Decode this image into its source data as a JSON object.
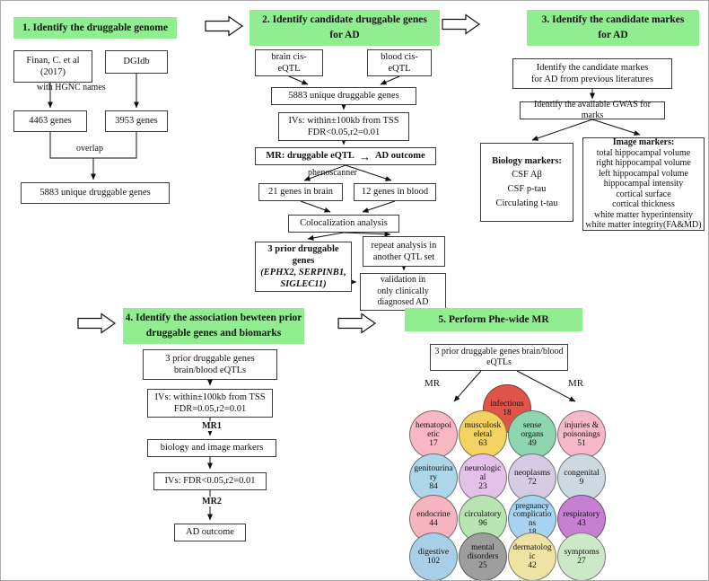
{
  "colors": {
    "header_bg": "#90EE90"
  },
  "sections": {
    "s1": {
      "title": "1. Identify the druggable genome",
      "finan": "Finan, C. et al\n(2017)",
      "dgidb": "DGIdb",
      "hgnc": "with HGNC names",
      "genes_a": "4463 genes",
      "genes_b": "3953 genes",
      "overlap": "overlap",
      "unique": "5883 unique druggable genes"
    },
    "s2": {
      "title": "2. Identify candidate druggable genes\nfor AD",
      "brain": "brain cis-\neQTL",
      "blood": "blood cis-\neQTL",
      "unique": "5883 unique druggable genes",
      "ivs": "IVs: within±100kb from TSS\nFDR<0.05,r2=0.01",
      "mr_left": "MR: druggable eQTL",
      "mr_arrow": "→",
      "mr_right": "AD outcome",
      "phenoscanner": "phenoscanner",
      "genes_brain": "21 genes in brain",
      "genes_blood": "12 genes in blood",
      "coloc": "Colocalization analysis",
      "prior_title": "3 prior druggable\ngenes",
      "prior_genes": "(EPHX2, SERPINB1,\nSIGLEC11)",
      "repeat": "repeat analysis in\nanother QTL set",
      "validation": "validation in\nonly clinically\ndiagnosed AD"
    },
    "s3": {
      "title": "3. Identify the candidate markes\nfor AD",
      "literature": "Identify the candidate markes\nfor AD from previous literatures",
      "gwas": "Identify the available GWAS for marks",
      "bio_title": "Biology markers:",
      "bio_items": "CSF Aβ\nCSF p-tau\nCirculating t-tau",
      "img_title": "Image markers:",
      "img_items": "total hippocampal volume\nright hippocampal volume\nleft hippocampal volume\nhippocampal intensity\ncortical surface\ncortical thickness\nwhite matter hyperintensity\nwhite matter integrity(FA&MD)"
    },
    "s4": {
      "title": "4. Identify the  association bewteen prior\ndruggable genes and biomarks",
      "prior": "3 prior druggable genes\nbrain/blood eQTLs",
      "ivs1": "IVs: within±100kb from TSS\nFDR=0.05,r2=0.01",
      "mr1": "MR1",
      "markers": "biology and image markers",
      "ivs2": "IVs: FDR<0.05,r2=0.01",
      "mr2": "MR2",
      "outcome": "AD outcome"
    },
    "s5": {
      "title": "5. Perform Phe-wide MR",
      "prior": "3 prior druggable genes brain/blood\neQTLs",
      "mr_left": "MR",
      "mr_right": "MR",
      "circles": [
        {
          "label": "infectious",
          "value": "18",
          "color": "#e15549"
        },
        {
          "label": "hematopoietic",
          "value": "17",
          "color": "#f7b8c4"
        },
        {
          "label": "musculoskeletal",
          "value": "63",
          "color": "#f3d261"
        },
        {
          "label": "sense organs",
          "value": "49",
          "color": "#8fd6b0"
        },
        {
          "label": "injuries & poisonings",
          "value": "51",
          "color": "#f6b8cb"
        },
        {
          "label": "genitourinary",
          "value": "84",
          "color": "#aed6ea"
        },
        {
          "label": "neurological",
          "value": "23",
          "color": "#e3c1e8"
        },
        {
          "label": "neoplasms",
          "value": "72",
          "color": "#d5cce3"
        },
        {
          "label": "congenital",
          "value": "9",
          "color": "#cdd9e0"
        },
        {
          "label": "endocrine",
          "value": "44",
          "color": "#f6b3c0"
        },
        {
          "label": "circulatory",
          "value": "96",
          "color": "#b7e4b0"
        },
        {
          "label": "pregnancy complications",
          "value": "18",
          "color": "#a8d3f0"
        },
        {
          "label": "respiratory",
          "value": "43",
          "color": "#c77fd4"
        },
        {
          "label": "digestive",
          "value": "102",
          "color": "#a9cfe8"
        },
        {
          "label": "mental disorders",
          "value": "25",
          "color": "#9e9e9e"
        },
        {
          "label": "dermatologic",
          "value": "42",
          "color": "#efe3a3"
        },
        {
          "label": "symptoms",
          "value": "27",
          "color": "#cde8c8"
        }
      ]
    }
  }
}
